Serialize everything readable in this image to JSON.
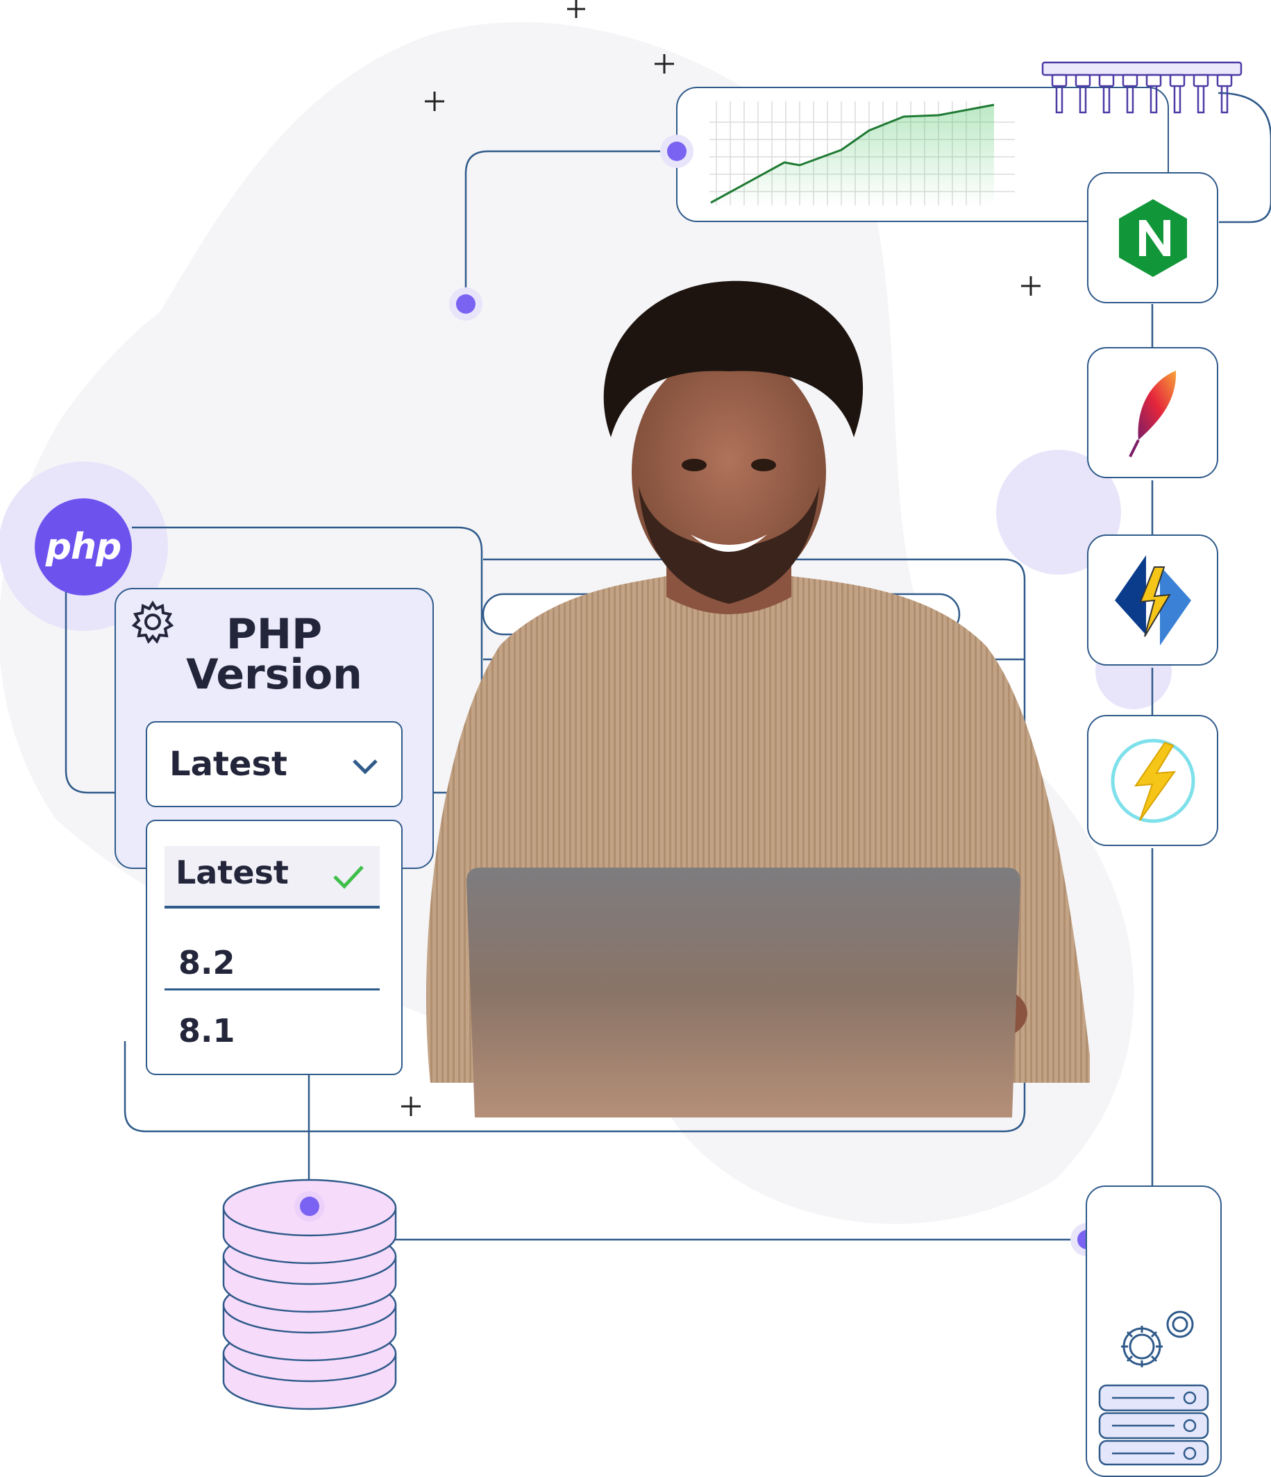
{
  "php_badge": {
    "label": "php",
    "color": "#6d52ee"
  },
  "php_panel": {
    "title_line1": "PHP",
    "title_line2": "Version",
    "settings_icon": "gear-icon",
    "select": {
      "value": "Latest",
      "icon": "chevron-down-icon"
    },
    "options": [
      {
        "label": "Latest",
        "selected": true,
        "icon": "check-icon"
      },
      {
        "label": "8.2",
        "selected": false
      },
      {
        "label": "8.1",
        "selected": false
      }
    ]
  },
  "server_stack": {
    "icons": [
      "nginx-logo-icon",
      "apache-feather-icon",
      "litespeed-logo-icon",
      "lightning-cache-icon"
    ]
  },
  "colors": {
    "line": "#2f5a8a",
    "accent": "#6d52ee",
    "nginx": "#119639",
    "database": "#f6dcfa",
    "blob": "#f5f5f7"
  }
}
